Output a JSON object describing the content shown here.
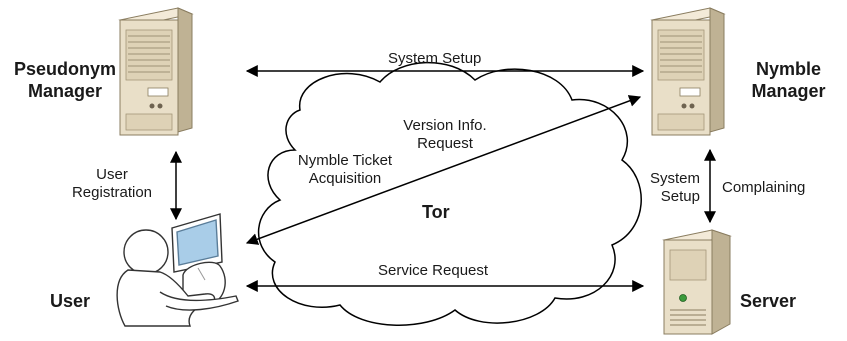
{
  "nodes": {
    "pseudonym_manager": {
      "line1": "Pseudonym",
      "line2": "Manager"
    },
    "nymble_manager": {
      "line1": "Nymble",
      "line2": "Manager"
    },
    "user": {
      "label": "User"
    },
    "server": {
      "label": "Server"
    },
    "tor": {
      "label": "Tor"
    }
  },
  "edges": {
    "system_setup_top": "System Setup",
    "version_info_line1": "Version Info.",
    "version_info_line2": "Request",
    "nymble_ticket_line1": "Nymble Ticket",
    "nymble_ticket_line2": "Acquisition",
    "user_registration_line1": "User",
    "user_registration_line2": "Registration",
    "system_setup_right_line1": "System",
    "system_setup_right_line2": "Setup",
    "complaining": "Complaining",
    "service_request": "Service Request"
  },
  "colors": {
    "arrow": "#000000",
    "server_body": "#e9dfc8",
    "server_shadow": "#bfb294",
    "monitor_screen": "#a9cde8",
    "server_led": "#3c9a3c"
  }
}
